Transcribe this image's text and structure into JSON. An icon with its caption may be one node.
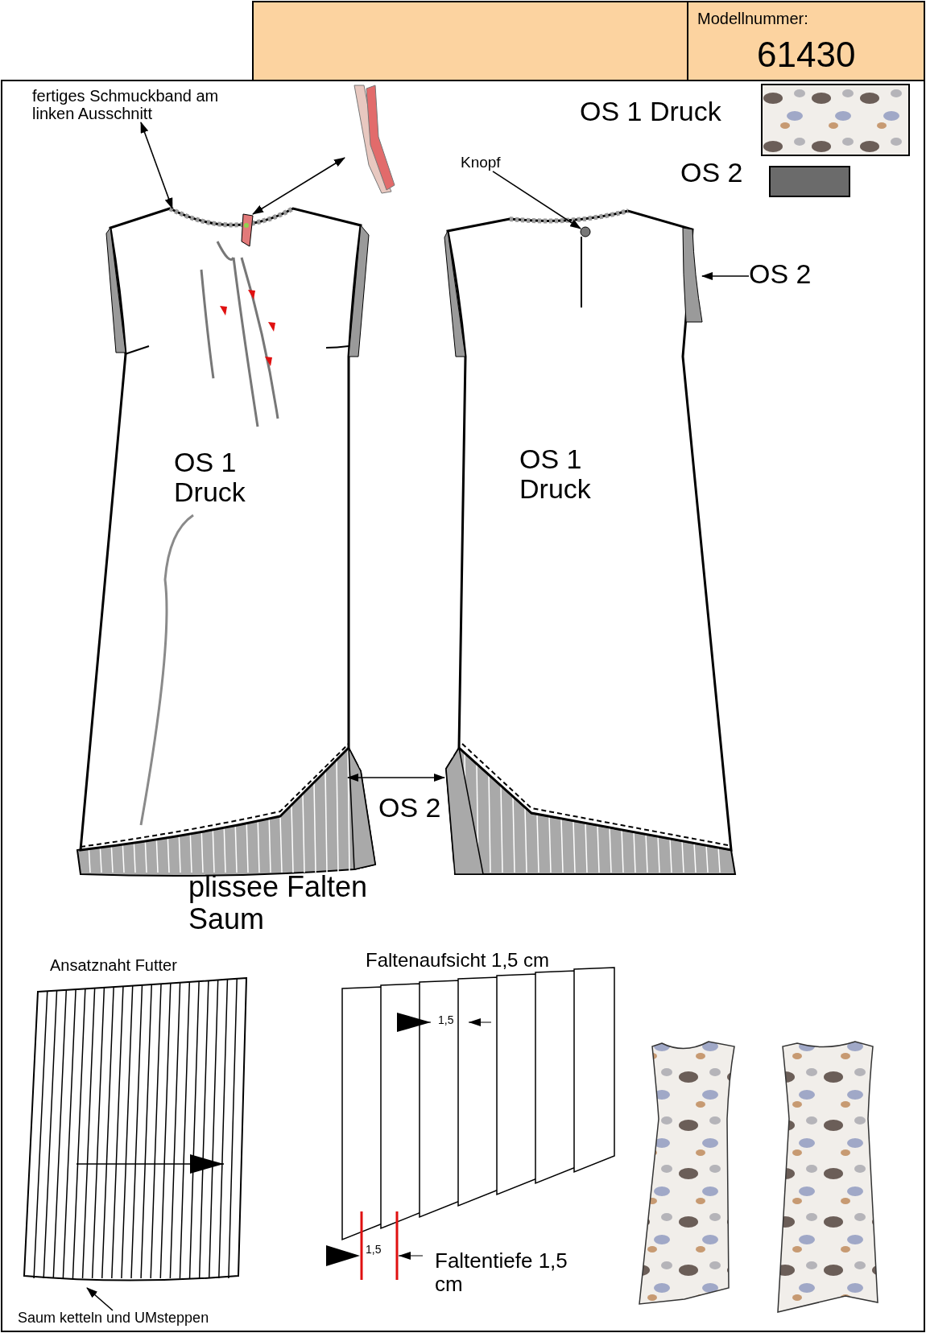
{
  "diagram": {
    "nodes": [
      {
        "text": [
          "fertiges Schmuckband am linken Ausschnitt"
        ]
      },
      {
        "text": [],
        "shape": "picture"
      },
      {
        "text": [],
        "shape": "picture",
        "in": 1
      },
      {
        "text": [],
        "shape": "picture",
        "in": 1
      },
      {
        "text": [],
        "shape": "picture"
      },
      {
        "text": [
          "Knopf"
        ]
      },
      {
        "text": [],
        "shape": "picture"
      },
      {
        "text": [],
        "shape": "circle",
        "in": 6
      },
      {
        "text": [],
        "shape": "picture",
        "in": 6
      },
      {
        "text": [
          "OS 2"
        ]
      },
      {
        "text": [],
        "shape": "picture"
      },
      {
        "text": [],
        "shape": "picture"
      },
      {
        "text": [],
        "shape": "picture",
        "beside": [
          "Ansatznaht Futter"
        ]
      },
      {
        "text": [
          "Saum ketteln und UMsteppen"
        ]
      }
    ],
    "edges": [
      {
        "from": 0,
        "to": 2,
        "arrow": "both"
      },
      {
        "from": 4,
        "to": 3,
        "arrow": "both"
      },
      {
        "from": 5,
        "to": 7,
        "arrow": "to"
      },
      {
        "from": 9,
        "to": 8,
        "arrow": "to"
      },
      {
        "from": 10,
        "to": 11,
        "arrow": "both",
        "label": "OS 2"
      },
      {
        "from": 13,
        "to": 12,
        "arrow": "to"
      }
    ],
    "labels": [
      "Modellnummer:",
      "61430",
      "OS 1 Druck",
      "OS 1 Druck",
      "plissee Falten Saum",
      "Faltenaufsicht 1,5 cm",
      "1,5",
      "1,5",
      "Faltentiefe 1,5 cm"
    ],
    "legend": [
      {
        "text": "OS 1 Druck"
      },
      {
        "text": "OS 2",
        "color": "#6b6b6b"
      }
    ]
  }
}
